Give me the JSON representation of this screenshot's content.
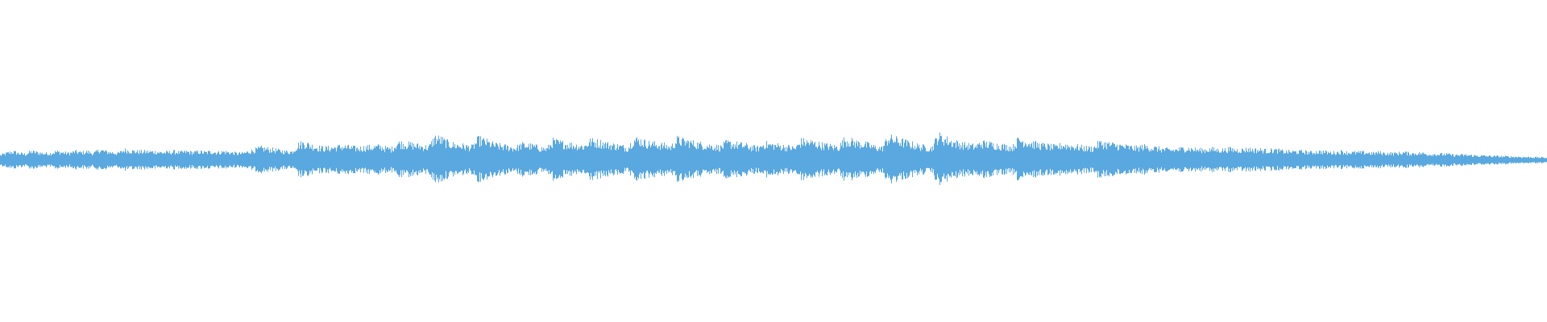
{
  "waveform": {
    "color": "#5aa8e0",
    "background": "#ffffff",
    "duration_fraction_played": 0,
    "envelope": [
      0.03,
      0.04,
      0.05,
      0.04,
      0.035,
      0.05,
      0.045,
      0.04,
      0.04,
      0.05,
      0.045,
      0.04,
      0.05,
      0.045,
      0.05,
      0.04,
      0.06,
      0.05,
      0.045,
      0.04,
      0.06,
      0.055,
      0.05,
      0.05,
      0.05,
      0.05,
      0.045,
      0.045,
      0.05,
      0.045,
      0.05,
      0.045,
      0.05,
      0.045,
      0.05,
      0.045,
      0.05,
      0.045,
      0.04,
      0.04,
      0.05,
      0.06,
      0.07,
      0.065,
      0.06,
      0.055,
      0.05,
      0.05,
      0.09,
      0.1,
      0.085,
      0.075,
      0.07,
      0.07,
      0.075,
      0.08,
      0.075,
      0.07,
      0.07,
      0.075,
      0.075,
      0.08,
      0.07,
      0.065,
      0.1,
      0.095,
      0.09,
      0.085,
      0.08,
      0.075,
      0.13,
      0.12,
      0.1,
      0.09,
      0.085,
      0.08,
      0.075,
      0.12,
      0.11,
      0.095,
      0.085,
      0.08,
      0.075,
      0.07,
      0.09,
      0.085,
      0.08,
      0.07,
      0.065,
      0.11,
      0.1,
      0.095,
      0.09,
      0.085,
      0.08,
      0.11,
      0.105,
      0.1,
      0.09,
      0.085,
      0.08,
      0.07,
      0.12,
      0.115,
      0.1,
      0.095,
      0.09,
      0.085,
      0.075,
      0.12,
      0.11,
      0.105,
      0.095,
      0.09,
      0.085,
      0.08,
      0.075,
      0.1,
      0.095,
      0.09,
      0.085,
      0.075,
      0.07,
      0.095,
      0.09,
      0.085,
      0.08,
      0.075,
      0.07,
      0.11,
      0.105,
      0.1,
      0.09,
      0.085,
      0.08,
      0.075,
      0.12,
      0.11,
      0.1,
      0.095,
      0.085,
      0.075,
      0.07,
      0.13,
      0.12,
      0.11,
      0.1,
      0.09,
      0.08,
      0.075,
      0.07,
      0.14,
      0.125,
      0.11,
      0.1,
      0.09,
      0.085,
      0.08,
      0.1,
      0.095,
      0.09,
      0.085,
      0.08,
      0.075,
      0.12,
      0.11,
      0.1,
      0.09,
      0.085,
      0.08,
      0.075,
      0.09,
      0.085,
      0.08,
      0.075,
      0.07,
      0.07,
      0.1,
      0.095,
      0.09,
      0.085,
      0.08,
      0.075,
      0.07,
      0.08,
      0.075,
      0.07,
      0.065,
      0.06,
      0.06,
      0.065,
      0.07,
      0.065,
      0.06,
      0.06,
      0.065,
      0.06,
      0.06,
      0.065,
      0.06,
      0.06,
      0.065,
      0.06,
      0.06,
      0.055,
      0.06,
      0.055,
      0.05,
      0.05,
      0.05,
      0.05,
      0.045,
      0.05,
      0.05,
      0.045,
      0.045,
      0.05,
      0.045,
      0.045,
      0.045,
      0.045,
      0.04,
      0.045,
      0.04,
      0.04,
      0.04,
      0.045,
      0.04,
      0.04,
      0.04,
      0.035,
      0.035,
      0.035,
      0.035,
      0.03,
      0.03,
      0.03,
      0.028,
      0.026,
      0.025,
      0.024,
      0.023,
      0.022,
      0.021,
      0.02,
      0.019,
      0.018,
      0.017,
      0.016,
      0.015
    ]
  }
}
